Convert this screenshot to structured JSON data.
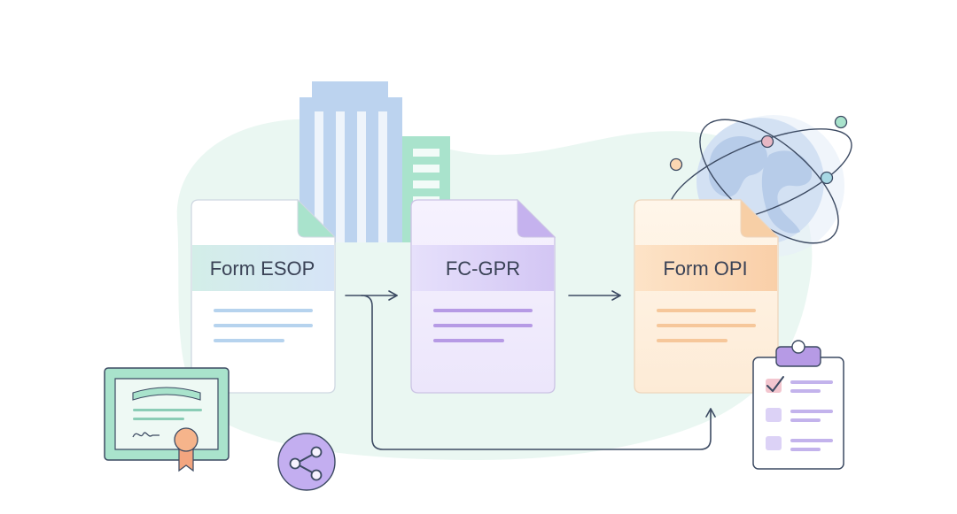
{
  "diagram": {
    "documents": [
      {
        "id": "esop",
        "label": "Form ESOP",
        "accent": "#cfe9f0"
      },
      {
        "id": "fcgpr",
        "label": "FC-GPR",
        "accent": "#dcd2f6"
      },
      {
        "id": "opi",
        "label": "Form OPI",
        "accent": "#fbd6b2"
      }
    ],
    "icons": {
      "building": "building-icon",
      "globe": "globe-icon",
      "certificate": "certificate-icon",
      "share": "share-icon",
      "clipboard": "clipboard-checklist-icon"
    },
    "colors": {
      "background_blob": "#e9f7f1",
      "connector": "#3c4a62",
      "building_blue": "#bcd3ef",
      "building_green": "#a9e3cc",
      "purple": "#b79be6"
    }
  }
}
